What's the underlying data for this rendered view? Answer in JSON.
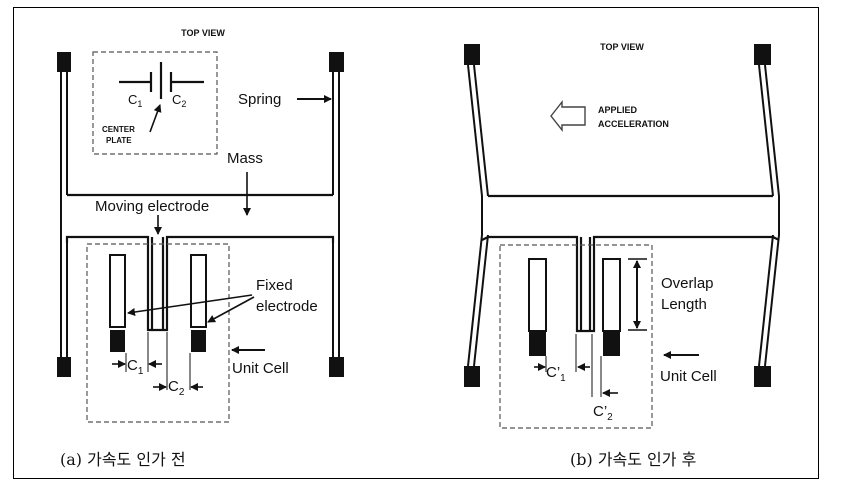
{
  "figure": {
    "panel_a": {
      "title": "TOP VIEW",
      "spring_label": "Spring",
      "mass_label": "Mass",
      "moving_electrode_label": "Moving electrode",
      "fixed_electrode_label_line1": "Fixed",
      "fixed_electrode_label_line2": "electrode",
      "unit_cell_label": "Unit Cell",
      "center_plate_line1": "CENTER",
      "center_plate_line2": "PLATE",
      "cap1_label": "C",
      "cap1_sub": "1",
      "cap2_label": "C",
      "cap2_sub": "2",
      "gap1_label": "C",
      "gap1_sub": "1",
      "gap2_label": "C",
      "gap2_sub": "2",
      "caption": "(a) 가속도 인가 전"
    },
    "panel_b": {
      "title": "TOP VIEW",
      "accel_line1": "APPLIED",
      "accel_line2": "ACCELERATION",
      "overlap_line1": "Overlap",
      "overlap_line2": "Length",
      "unit_cell_label": "Unit Cell",
      "gap1_label": "C’",
      "gap1_sub": "1",
      "gap2_label": "C’",
      "gap2_sub": "2",
      "caption": "(b) 가속도 인가 후"
    },
    "colors": {
      "line": "#111111",
      "dash": "#555555",
      "background": "#ffffff"
    }
  }
}
